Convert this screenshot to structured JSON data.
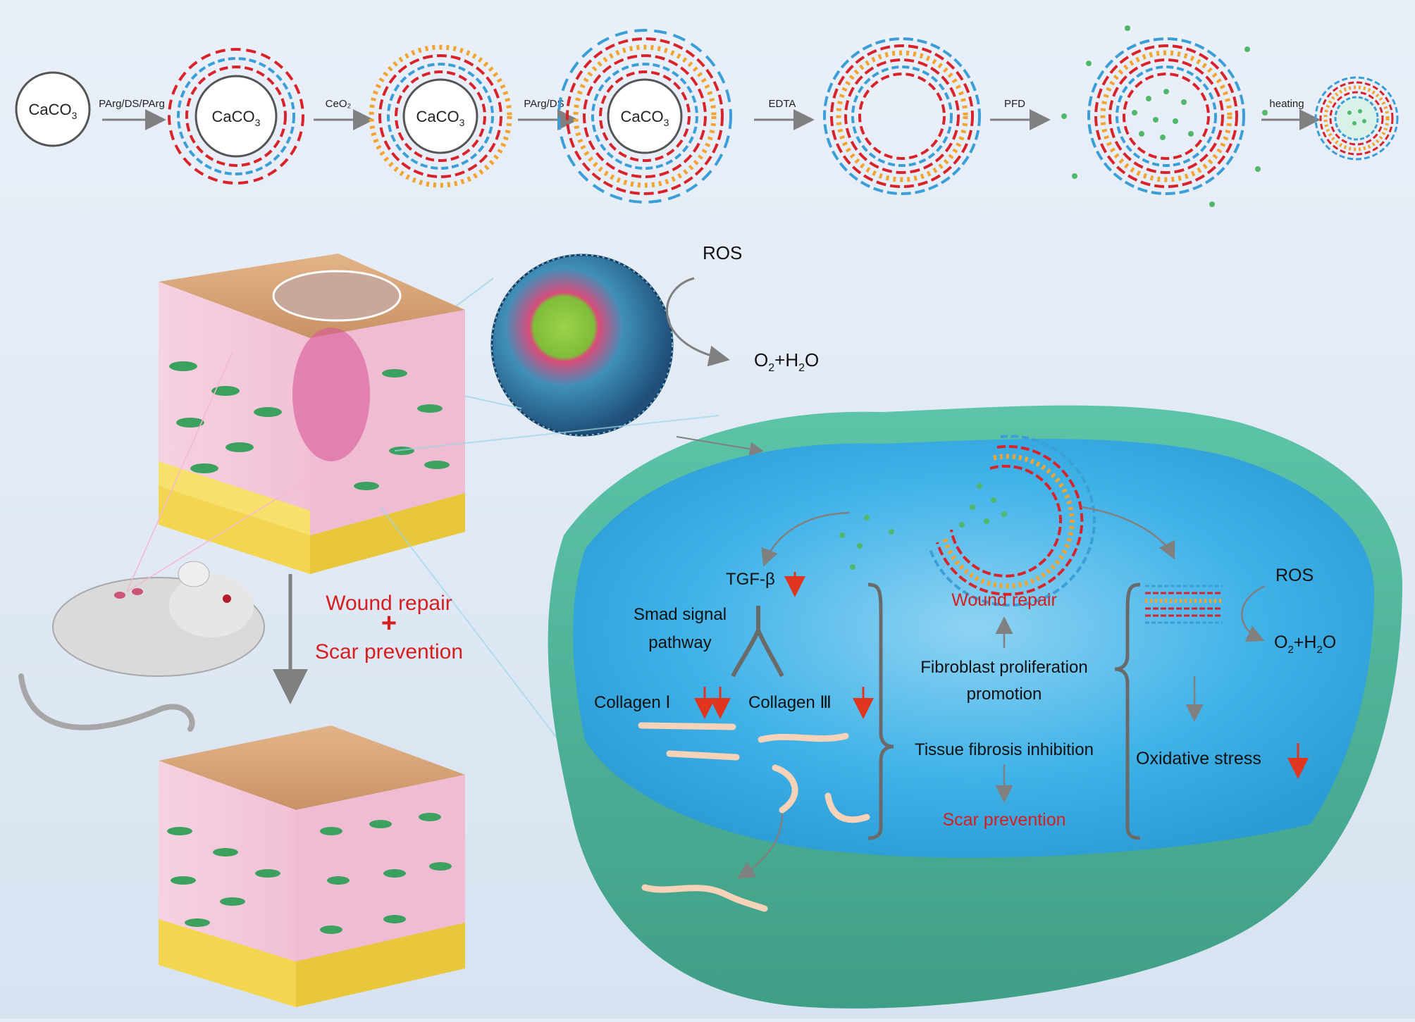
{
  "synthesis": {
    "core_label": "CaCO",
    "core_sub": "3",
    "steps": [
      {
        "label": "PArg/DS/PArg"
      },
      {
        "label": "CeO₂"
      },
      {
        "label": "PArg/DS"
      },
      {
        "label": "EDTA"
      },
      {
        "label": "PFD"
      },
      {
        "label": "heating"
      }
    ]
  },
  "ros_reaction": {
    "reactant": "ROS",
    "product_o": "O",
    "product_sub": "2",
    "product_rest": "+H",
    "product_sub2": "2",
    "product_end": "O"
  },
  "treatment": {
    "line1": "Wound repair",
    "plus": "+",
    "line2": "Scar prevention"
  },
  "cell": {
    "tgf": "TGF-β",
    "smad_line1": "Smad signal",
    "smad_line2": "pathway",
    "collagen1": "Collagen Ⅰ",
    "collagen3": "Collagen Ⅲ",
    "wound_repair": "Wound repair",
    "fibro_line1": "Fibroblast proliferation",
    "fibro_line2": "promotion",
    "fibrosis": "Tissue fibrosis inhibition",
    "scar_prevention": "Scar prevention",
    "ros": "ROS",
    "oxidative": "Oxidative stress"
  },
  "colors": {
    "red_text": "#d61e1e",
    "arrow_gray": "#808080",
    "pa_red": "#d8232a",
    "ds_blue": "#3b9ed6",
    "ceo2_orange": "#f2a330",
    "pfd_green": "#4fb86a",
    "skin_pink": "#f2c9dc",
    "fat_yellow": "#f7e06b",
    "cell_teal": "#5cb79c"
  }
}
